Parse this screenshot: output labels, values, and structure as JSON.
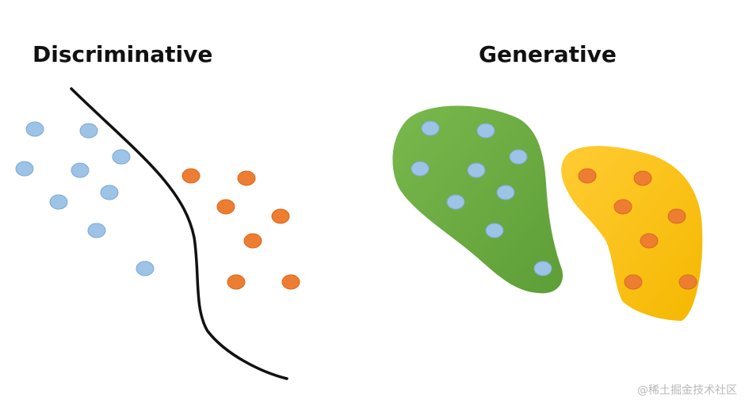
{
  "titles": {
    "left": "Discriminative",
    "right": "Generative"
  },
  "watermark": "@稀土掘金技术社区",
  "colors": {
    "class_a_point": "#9dc3e6",
    "class_a_stroke": "#7fa9d3",
    "class_b_point": "#ed7d31",
    "class_b_stroke": "#d96a20",
    "boundary_line": "#111111",
    "region_a": "#70ad47",
    "region_b": "#ffc000"
  }
}
